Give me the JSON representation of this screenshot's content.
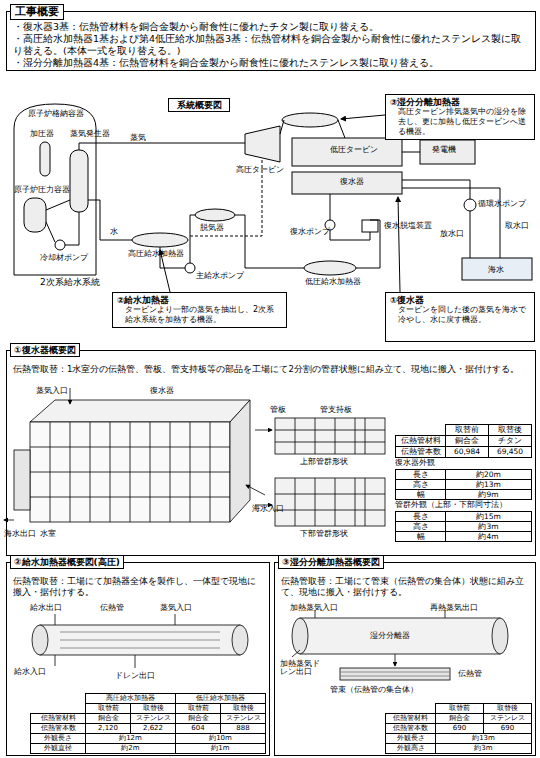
{
  "diagram": {
    "title": "工事概要",
    "nodes": [
      {
        "text": [
          "・復水器3基：伝熱管材料を銅合金製から耐食性に優れたチタン製に取り替える。",
          "・高圧給水加熱器1基および第4低圧給水加熱器3基：伝熱管材料を銅合金製から耐食性に優れたステンレス製に取り替える。(本体一式を取り替える。)",
          "・湿分分離加熱器4基：伝熱管材料を銅合金製から耐食性に優れたステンレス製に取り替える。"
        ]
      },
      {
        "text": [
          "系統概要図"
        ]
      },
      {
        "text": [
          "③湿分分離加熱器",
          "高圧タービン排気蒸気中の湿分を除去し、更に加熱し低圧タービンへ送る機器。"
        ]
      },
      {
        "text": [
          "②給水加熱器",
          "タービンより一部の蒸気を抽出し、2次系給水系統を加熱する機器。"
        ]
      },
      {
        "text": [
          "①復水器",
          "タービンを回した後の蒸気を海水で冷やし、水に戻す機器。"
        ]
      },
      {
        "text": [
          "①復水器概要図",
          "伝熱管取替：1水室分の伝熱管、管板、管支持板等の部品を工場にて2分割の管群状態に組み立て、現地に搬入・据付けする。"
        ]
      },
      {
        "text": [
          "②給水加熱器概要図(高圧)",
          "伝熱管取替：工場にて加熱器全体を製作し、一体型で現地に搬入・据付けする。"
        ]
      },
      {
        "text": [
          "③湿分分離加熱器概要図",
          "伝熱管取替：工場にて管束（伝熱管の集合体）状態に組み立て、現地に搬入・据付けする。"
        ]
      }
    ],
    "labels": [
      "原子炉格納容器",
      "加圧器",
      "蒸気発生器",
      "蒸気",
      "水",
      "原子炉圧力容器",
      "冷却材ポンプ",
      "2次系給水系統",
      "高圧給水加熱器",
      "脱気器",
      "主給水ポンプ",
      "高圧タービン",
      "低圧タービン",
      "発電機",
      "循環水ポンプ",
      "放水口",
      "取水口",
      "海水",
      "復水器",
      "復水ポンプ",
      "復水脱塩装置",
      "低圧給水加熱器",
      "蒸気入口",
      "復水器",
      "海水入口",
      "海水出口",
      "水室",
      "管板",
      "管支持板",
      "上部管群形状",
      "下部管群形状",
      "取替前",
      "取替後",
      "伝熱管材料",
      "銅合金",
      "チタン",
      "伝熱管本数",
      "60,984",
      "69,450",
      "復水器外観",
      "長さ",
      "約20m",
      "高さ",
      "約13m",
      "幅",
      "約9m",
      "管群外観（上部・下部同寸法）",
      "長さ",
      "約15m",
      "高さ",
      "約3m",
      "幅",
      "約4m",
      "給水出口",
      "伝熱管",
      "蒸気入口",
      "給水入口",
      "ドレン出口",
      "高圧給水加熱器",
      "低圧給水加熱器",
      "取替前",
      "取替後",
      "取替前",
      "取替後",
      "伝熱管材料",
      "銅合金",
      "ステンレス",
      "銅合金",
      "ステンレス",
      "伝熱管本数",
      "2,120",
      "2,622",
      "604",
      "888",
      "外観長さ",
      "約12m",
      "約10m",
      "外観直径",
      "約2m",
      "約1m",
      "加熱蒸気入口",
      "再熱蒸気出口",
      "湿分分離器",
      "加熱蒸気ドレン出口",
      "伝熱管",
      "管束（伝熱管の集合体）",
      "取替前",
      "取替後",
      "伝熱管材料",
      "銅合金",
      "ステンレス",
      "伝熱管本数",
      "690",
      "690",
      "外観長さ",
      "約13m",
      "外観高さ",
      "約3m"
    ]
  }
}
